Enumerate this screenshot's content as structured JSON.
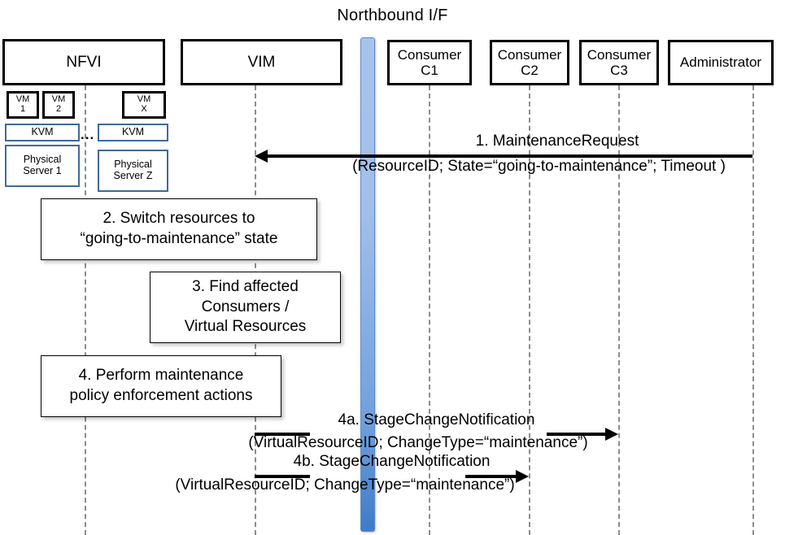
{
  "diagram": {
    "title": "Northbound I/F",
    "type": "uml-sequence-diagram"
  },
  "actors": [
    {
      "id": "nfvi",
      "label": "NFVI"
    },
    {
      "id": "vim",
      "label": "VIM"
    },
    {
      "id": "c1",
      "label": "Consumer\nC1",
      "line1": "Consumer",
      "line2": "C1"
    },
    {
      "id": "c2",
      "label": "Consumer\nC2",
      "line1": "Consumer",
      "line2": "C2"
    },
    {
      "id": "c3",
      "label": "Consumer\nC3",
      "line1": "Consumer",
      "line2": "C3"
    },
    {
      "id": "admin",
      "label": "Administrator"
    }
  ],
  "nfvi_stack": {
    "vms": [
      {
        "line1": "VM",
        "line2": "1"
      },
      {
        "line1": "VM",
        "line2": "2"
      },
      {
        "line1": "VM",
        "line2": "X"
      }
    ],
    "hypervisor_left": "KVM",
    "hypervisor_right": "KVM",
    "server_left_line1": "Physical",
    "server_left_line2": "Server 1",
    "server_right_line1": "Physical",
    "server_right_line2": "Server Z",
    "ellipsis": "..."
  },
  "messages": [
    {
      "id": "msg1",
      "number": "1.",
      "name": "MaintenanceRequest",
      "title": "1.    MaintenanceRequest",
      "params": "(ResourceID; State=“going-to-maintenance”; Timeout )",
      "from": "admin",
      "to": "vim",
      "direction": "left"
    },
    {
      "id": "msg4a",
      "number": "4a.",
      "name": "StageChangeNotification",
      "title": "4a. StageChangeNotification",
      "params": "(VirtualResourceID; ChangeType=“maintenance”)",
      "from": "vim",
      "to": "c3",
      "direction": "right"
    },
    {
      "id": "msg4b",
      "number": "4b.",
      "name": "StageChangeNotification",
      "title": "4b. StageChangeNotification",
      "params": "(VirtualResourceID; ChangeType=“maintenance”)",
      "from": "vim",
      "to": "c2",
      "direction": "right"
    }
  ],
  "steps": [
    {
      "id": "step2",
      "line1": "2. Switch resources to",
      "line2": "“going-to-maintenance” state"
    },
    {
      "id": "step3",
      "line1": "3. Find affected",
      "line2": "Consumers /",
      "line3": "Virtual Resources"
    },
    {
      "id": "step4",
      "line1": "4. Perform maintenance",
      "line2": "policy enforcement actions"
    }
  ],
  "colors": {
    "nbi_bar_top": "#A7C3EC",
    "nbi_bar_bottom": "#3F7BC8",
    "blue_box_border": "#41699B",
    "lifeline": "#8C8C8C",
    "arrow": "#000000",
    "box_border": "#000000"
  }
}
